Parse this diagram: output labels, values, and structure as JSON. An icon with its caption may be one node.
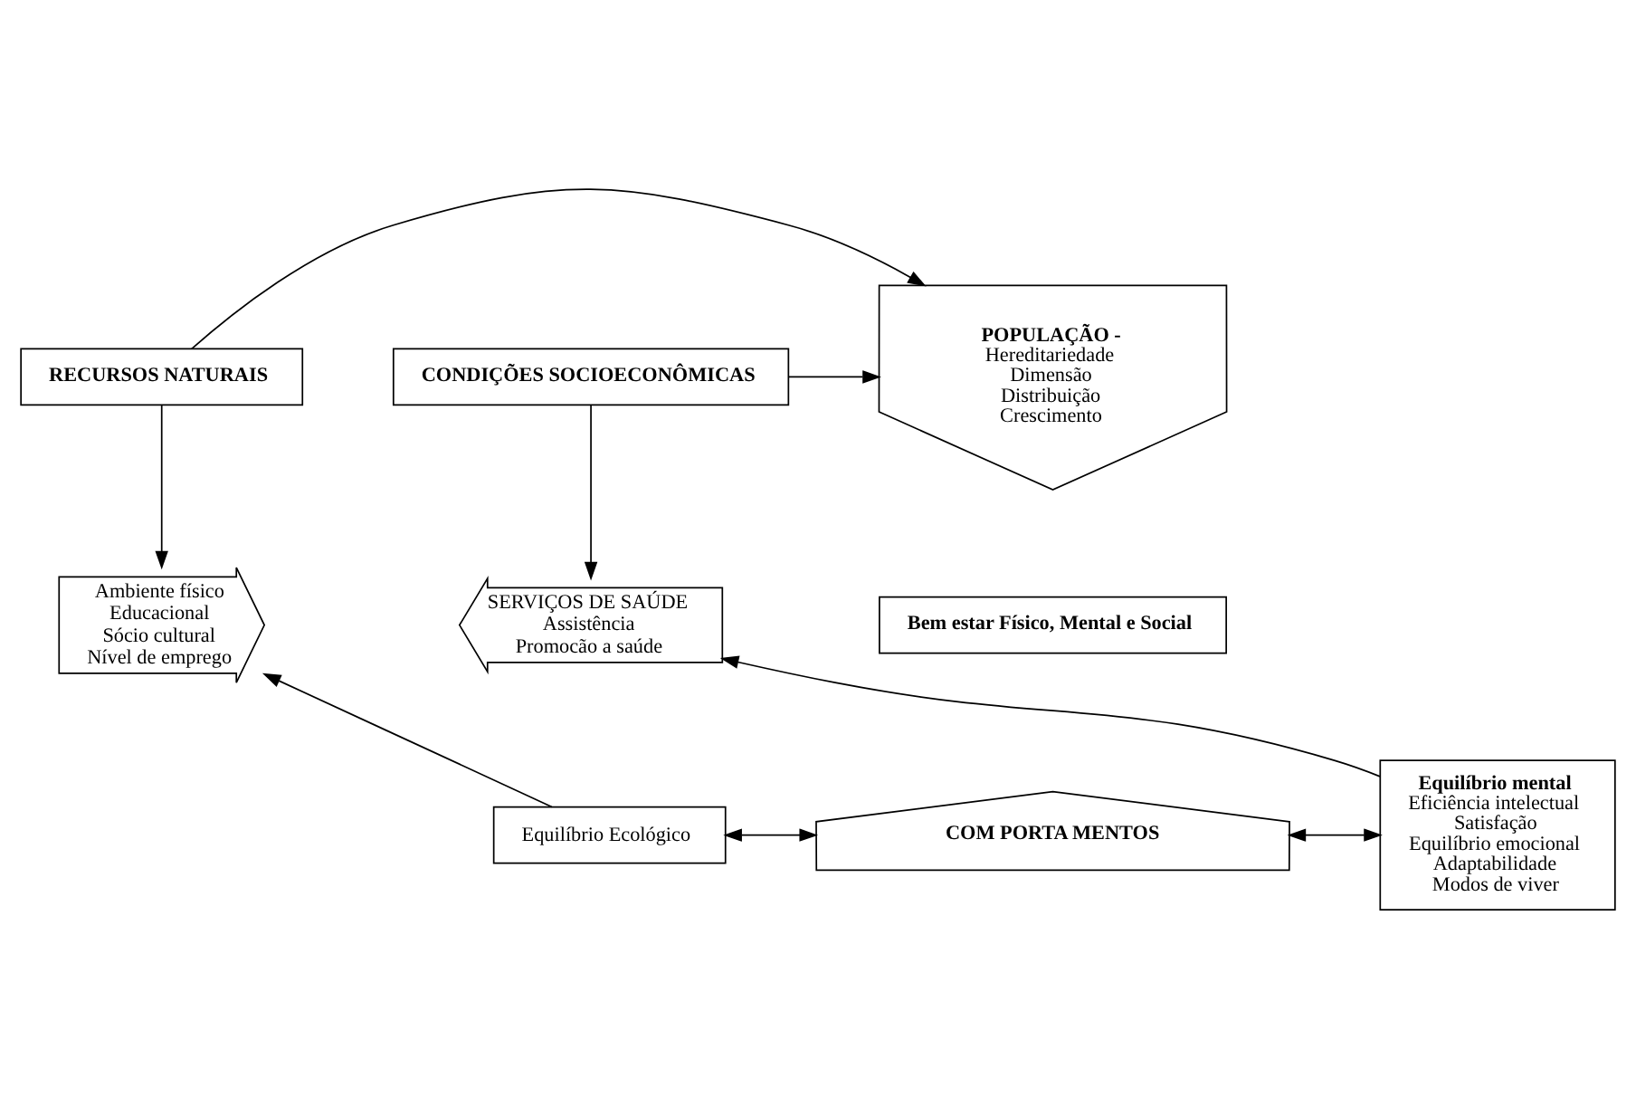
{
  "diagram": {
    "nodes": [
      {
        "text": [
          "RECURSOS NATURAIS"
        ]
      },
      {
        "text": [
          "POPULAÇÃO -",
          "Hereditariedade",
          "Dimensão",
          "Distribuição",
          "Crescimento"
        ]
      },
      {
        "text": [
          "CONDIÇÕES SOCIOECONÔMICAS"
        ]
      },
      {
        "text": [
          "Ambiente físico",
          "Educacional",
          "Sócio cultural",
          "Nível de emprego"
        ]
      },
      {
        "text": [
          "Bem estar Físico, Mental e Social"
        ]
      },
      {
        "text": [
          "SERVIÇOS DE SAÚDE",
          "Assistência",
          "Promocão a saúde"
        ]
      },
      {
        "text": [
          "Equilíbrio Ecológico"
        ]
      },
      {
        "text": [
          "COM PORTA MENTOS"
        ]
      },
      {
        "text": [
          "Equilíbrio mental",
          "Eficiência intelectual",
          "Satisfação",
          "Equilíbrio emocional",
          "Adaptabilidade",
          "Modos de viver"
        ]
      }
    ],
    "edges": [
      {
        "from": 0,
        "to": 1,
        "arrow": "to"
      },
      {
        "from": 2,
        "to": 1,
        "arrow": "to"
      },
      {
        "from": 0,
        "to": 3,
        "arrow": "to"
      },
      {
        "from": 2,
        "to": 5,
        "arrow": "to"
      },
      {
        "from": 6,
        "to": 3,
        "arrow": "to"
      },
      {
        "from": 8,
        "to": 5,
        "arrow": "to"
      },
      {
        "from": 6,
        "to": 7,
        "arrow": "both"
      },
      {
        "from": 7,
        "to": 8,
        "arrow": "both"
      }
    ]
  }
}
